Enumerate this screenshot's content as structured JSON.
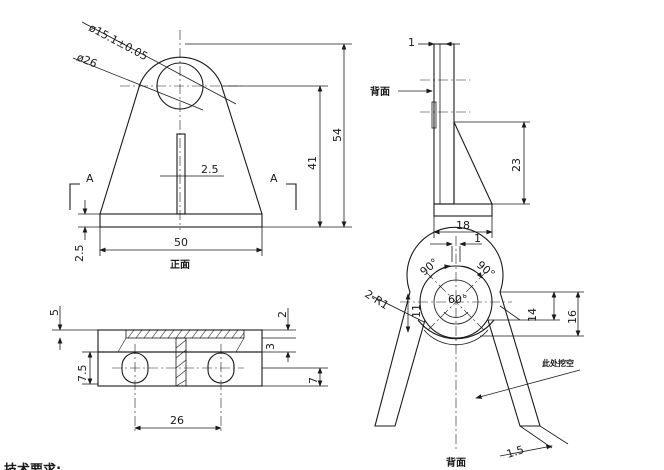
{
  "dimensions": {
    "hole_inner": "ø15.1±0.05",
    "hole_outer": "ø26",
    "rib_width": "2.5",
    "height_hole": "41",
    "height_total": "54",
    "base_thickness": "2.5",
    "base_width": "50",
    "side_top": "1",
    "side_rib_height": "23",
    "side_depth": "18",
    "section_top": "5",
    "section_right_top": "2",
    "section_right_mid": "3",
    "section_left_slot": "7.5",
    "section_right_slot": "7",
    "slot_spacing": "26",
    "detail_top": "1",
    "angle_left": "90°",
    "angle_right": "90°",
    "angle_center": "60°",
    "radius_label": "2-R1",
    "detail_left_height": "11",
    "detail_mid_height": "14",
    "detail_right_height": "16",
    "detail_bottom": "1.5"
  },
  "labels": {
    "section_marker_left": "A",
    "section_marker_right": "A",
    "front_view": "正面",
    "back_side": "背面",
    "back_bottom": "背面",
    "hollow_note": "此处挖空",
    "tech_requirements": "技术要求:"
  }
}
